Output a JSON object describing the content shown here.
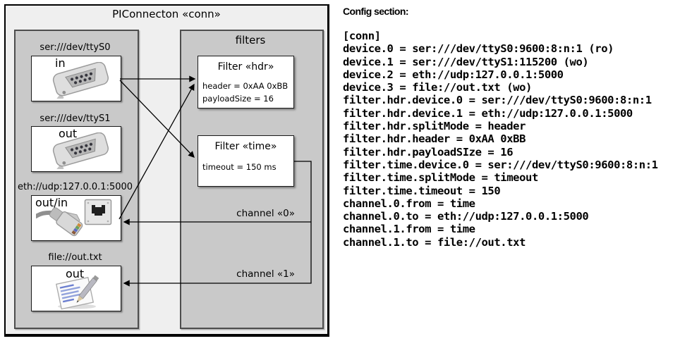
{
  "diagram": {
    "title": "PIConnecton «conn»",
    "filters_title": "filters",
    "devices": [
      {
        "label": "ser:///dev/ttyS0",
        "port": "in",
        "icon": "serial-connector-icon"
      },
      {
        "label": "ser:///dev/ttyS1",
        "port": "out",
        "icon": "serial-connector-icon"
      },
      {
        "label": "eth://udp:127.0.0.1:5000",
        "port": "out/in",
        "icon": "ethernet-connector-icon"
      },
      {
        "label": "file://out.txt",
        "port": "out",
        "icon": "notepad-icon"
      }
    ],
    "filters": [
      {
        "title": "Filter «hdr»",
        "attr1": "header = 0xAA 0xBB",
        "attr2": "payloadSize = 16"
      },
      {
        "title": "Filter «time»",
        "attr1": "timeout = 150 ms",
        "attr2": ""
      }
    ],
    "channels": [
      {
        "label": "channel «0»"
      },
      {
        "label": "channel «1»"
      }
    ]
  },
  "config": {
    "heading": "Config section:",
    "lines": [
      "[conn]",
      "device.0 = ser:///dev/ttyS0:9600:8:n:1 (ro)",
      "device.1 = ser:///dev/ttyS1:115200 (wo)",
      "device.2 = eth://udp:127.0.0.1:5000",
      "device.3 = file://out.txt (wo)",
      "filter.hdr.device.0 = ser:///dev/ttyS0:9600:8:n:1",
      "filter.hdr.device.1 = eth://udp:127.0.0.1:5000",
      "filter.hdr.splitMode = header",
      "filter.hdr.header = 0xAA 0xBB",
      "filter.hdr.payloadSIze = 16",
      "filter.time.device.0 = ser:///dev/ttyS0:9600:8:n:1",
      "filter.time.splitMode = timeout",
      "filter.time.timeout = 150",
      "channel.0.from = time",
      "channel.0.to = eth://udp:127.0.0.1:5000",
      "channel.1.from = time",
      "channel.1.to = file://out.txt"
    ]
  },
  "colors": {
    "outer_bg": "#efefef",
    "panel_bg": "#c9c9c9",
    "box_bg": "#ffffff",
    "line": "#000000"
  }
}
